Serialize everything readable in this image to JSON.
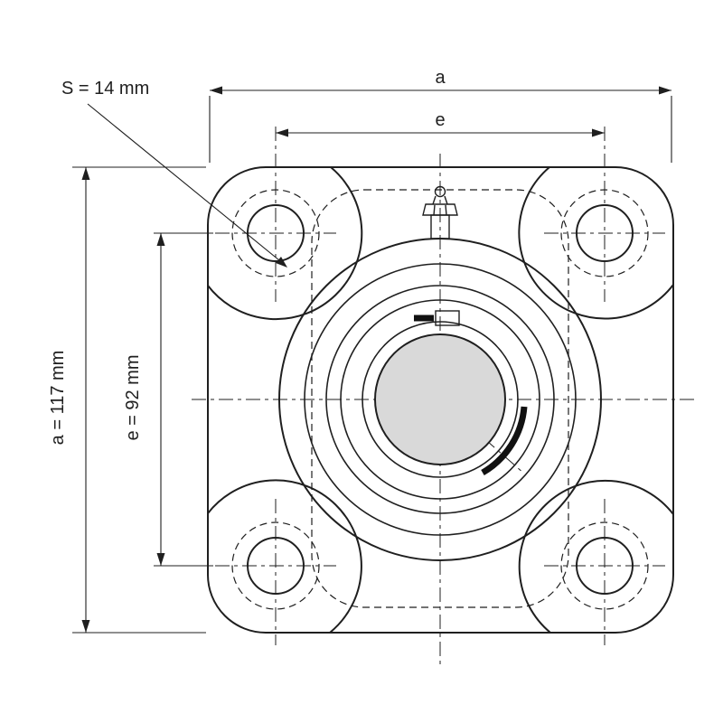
{
  "drawing": {
    "labels": {
      "dim_width_top": "a",
      "dim_bolt_spacing_top": "e",
      "screw_hole": "S = 14 mm",
      "dim_width_left": "a = 117 mm",
      "dim_bolt_spacing_left": "e = 92 mm"
    },
    "colors": {
      "line": "#1f1f1f",
      "bore_fill": "#d9d9d9",
      "background": "#ffffff"
    }
  }
}
